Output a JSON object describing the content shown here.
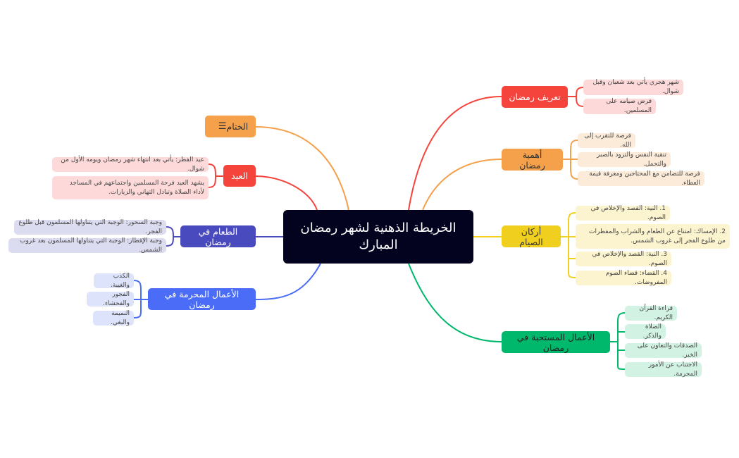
{
  "center": "الخريطة الذهنية لشهر رمضان المبارك",
  "colors": {
    "center": "#03031f",
    "red": "#f5443c",
    "orange": "#f5a04a",
    "yellow": "#f0cf1e",
    "green": "#00b86b",
    "indigo": "#4a4abf",
    "blue": "#4a6cf7"
  },
  "right": [
    {
      "label": "تعريف رمضان",
      "leaves": [
        "شهر هجري يأتي بعد شعبان وقبل شوال.",
        "فرض صيامه على المسلمين."
      ]
    },
    {
      "label": "أهمية رمضان",
      "leaves": [
        "فرصة للتقرب إلى الله.",
        "تنقية النفس والتزود بالصبر والتحمل.",
        "فرصة للتضامن مع المحتاجين ومعرفة قيمة العطاء."
      ]
    },
    {
      "label": "أركان الصيام",
      "leaves": [
        "1. النية: القصد والإخلاص في الصوم.",
        "2. الإمساك: امتناع عن الطعام والشراب والمفطرات من طلوع الفجر إلى غروب الشمس.",
        "3. النية: القصد والإخلاص في الصوم.",
        "4. القضاء: قضاء الصوم المفروضات."
      ]
    },
    {
      "label": "الأعمال المستحبة في رمضان",
      "leaves": [
        "قراءة القرآن الكريم.",
        "الصلاة والذكر.",
        "الصدقات والتعاون على الخير.",
        "الاجتناب عن الأمور المحرمة."
      ]
    }
  ],
  "left": [
    {
      "label": "الختام",
      "icon": "notes-list-icon"
    },
    {
      "label": "العيد",
      "leaves": [
        "عيد الفطر: يأتي بعد انتهاء شهر رمضان ويومه الأول من شوال.",
        "يشهد العيد فرحة المسلمين واجتماعهم في المساجد لأداء الصلاة وتبادل التهاني والزيارات."
      ]
    },
    {
      "label": "الطعام في رمضان",
      "leaves": [
        "وجبة السحور: الوجبة التي يتناولها المسلمون قبل طلوع الفجر.",
        "وجبة الإفطار: الوجبة التي يتناولها المسلمون بعد غروب الشمس."
      ]
    },
    {
      "label": "الأعمال المحرمة في رمضان",
      "leaves": [
        "الكذب والغيبة.",
        "الفجور والفحشاء.",
        "النميمة والبغي."
      ]
    }
  ]
}
